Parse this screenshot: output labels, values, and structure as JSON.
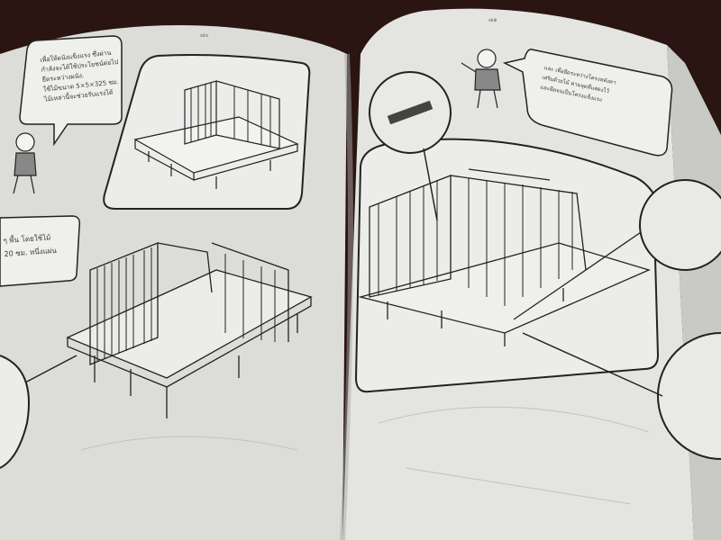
{
  "book": {
    "left_page": {
      "page_number": "๗๐",
      "bubble_top": {
        "lines": [
          "เพื่อให้ผนังแข็งแรง ซึ่งผ่าน",
          "กำลังจะได้ใช้ประโยชน์ต่อไป",
          "ยึดระหว่างผนัง.",
          "ใช้ไม้ขนาด 5×5×325 ซม.",
          "ไม้เหล่านี้จะช่วยรับแรงได้"
        ]
      },
      "bubble_bottom": {
        "lines": [
          "ๆ พื้น โดยใช้ไม้",
          "20 ซม. หนึ่งแผ่น"
        ]
      }
    },
    "right_page": {
      "page_number": "๗๑",
      "bubble": {
        "lines": [
          "และ เพื่อยึดระหว่างโครงหลังคา",
          "เสริมด้วยไม้ ตามจุดที่แสดงไว้",
          "และยึดจนเป็นโครงแข็งแรง"
        ]
      }
    },
    "colors": {
      "background": "#2a1512",
      "page": "#e2e3df",
      "ink": "#2b2b30"
    }
  }
}
